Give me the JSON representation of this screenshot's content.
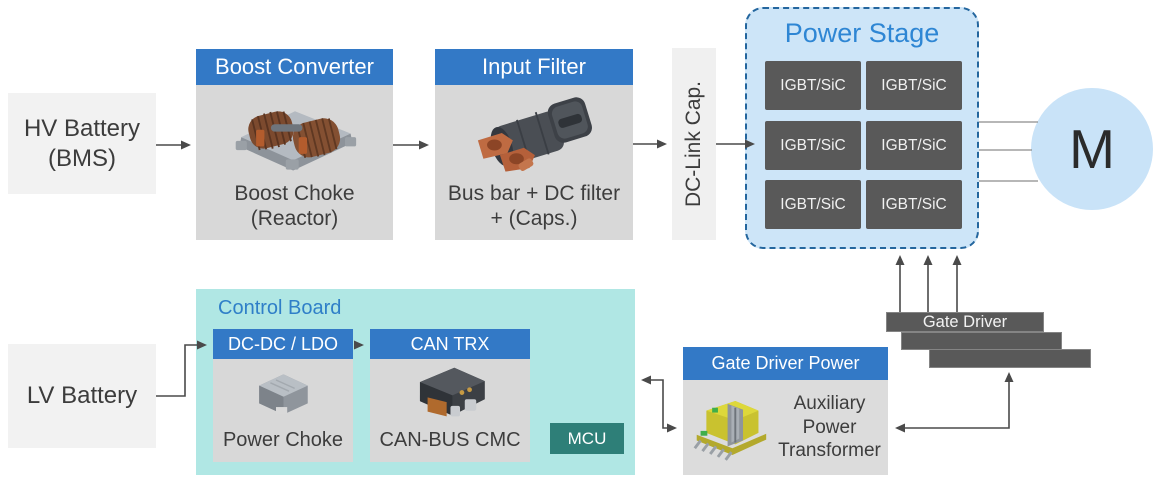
{
  "palette": {
    "header_blue": "#3379c6",
    "title_blue": "#2e86d4",
    "power_stage_fill": "#cde5f8",
    "power_stage_border": "#24669e",
    "motor_fill": "#c9e3f8",
    "dark_module_gray": "#595959",
    "block_body_gray": "#d8d8d8",
    "battery_gray": "#f2f2f2",
    "control_board_teal": "#b0e7e4",
    "mcu_teal": "#2e7f78"
  },
  "hv_battery": {
    "line1": "HV Battery",
    "line2": "(BMS)"
  },
  "lv_battery": {
    "label": "LV Battery"
  },
  "boost_converter": {
    "title": "Boost Converter",
    "caption1": "Boost Choke",
    "caption2": "(Reactor)",
    "image": "boost-choke-photo"
  },
  "input_filter": {
    "title": "Input Filter",
    "caption1": "Bus bar + DC filter",
    "caption2": "+ (Caps.)",
    "image": "bus-bar-dc-filter-photo"
  },
  "dc_link": {
    "label": "DC-Link Cap."
  },
  "power_stage": {
    "title": "Power Stage",
    "modules": [
      "IGBT/SiC",
      "IGBT/SiC",
      "IGBT/SiC",
      "IGBT/SiC",
      "IGBT/SiC",
      "IGBT/SiC"
    ]
  },
  "motor": {
    "label": "M"
  },
  "gate_driver": {
    "label": "Gate Driver"
  },
  "gate_driver_power": {
    "title": "Gate Driver Power",
    "caption1": "Auxiliary",
    "caption2": "Power",
    "caption3": "Transformer",
    "image": "auxiliary-power-transformer-photo"
  },
  "control_board": {
    "title": "Control Board",
    "dcdc_title": "DC-DC / LDO",
    "dcdc_caption": "Power Choke",
    "can_title": "CAN TRX",
    "can_caption": "CAN-BUS CMC",
    "mcu_label": "MCU"
  }
}
